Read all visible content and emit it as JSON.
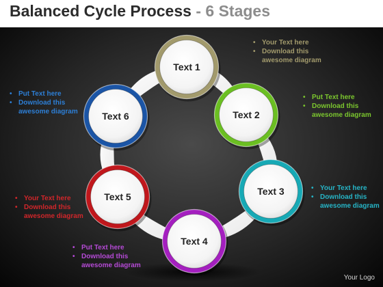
{
  "title": {
    "main": "Balanced Cycle Process",
    "separator": " - ",
    "sub": "6 Stages"
  },
  "stages": [
    {
      "label": "Text 1",
      "color": "#a29a6c",
      "note_color": "#a29a6c",
      "note": [
        "Your Text here",
        "Download this awesome diagram"
      ]
    },
    {
      "label": "Text 2",
      "color": "#6bbf22",
      "note_color": "#7bc62e",
      "note": [
        "Put Text here",
        "Download this awesome diagram"
      ]
    },
    {
      "label": "Text 3",
      "color": "#17a9b5",
      "note_color": "#26b4c6",
      "note": [
        "Your Text here",
        "Download this awesome diagram"
      ]
    },
    {
      "label": "Text 4",
      "color": "#a41fbf",
      "note_color": "#b54ad6",
      "note": [
        "Put Text here",
        "Download this awesome diagram"
      ]
    },
    {
      "label": "Text 5",
      "color": "#c0171c",
      "note_color": "#d0262a",
      "note": [
        "Your Text here",
        "Download this awesome diagram"
      ]
    },
    {
      "label": "Text 6",
      "color": "#1b55a6",
      "note_color": "#2d7fd6",
      "note": [
        "Put Text here",
        "Download this awesome diagram"
      ]
    }
  ],
  "logo": "Your Logo"
}
